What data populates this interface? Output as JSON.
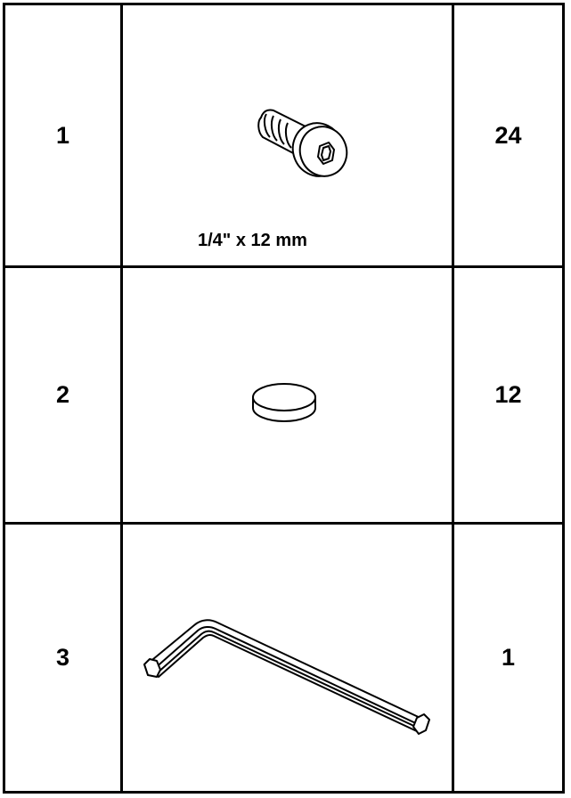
{
  "parts": [
    {
      "index": "1",
      "icon": "screw-icon",
      "size": "1/4\" x 12 mm",
      "quantity": "24"
    },
    {
      "index": "2",
      "icon": "cap-icon",
      "size": "",
      "quantity": "12"
    },
    {
      "index": "3",
      "icon": "hex-key-icon",
      "size": "",
      "quantity": "1"
    }
  ]
}
